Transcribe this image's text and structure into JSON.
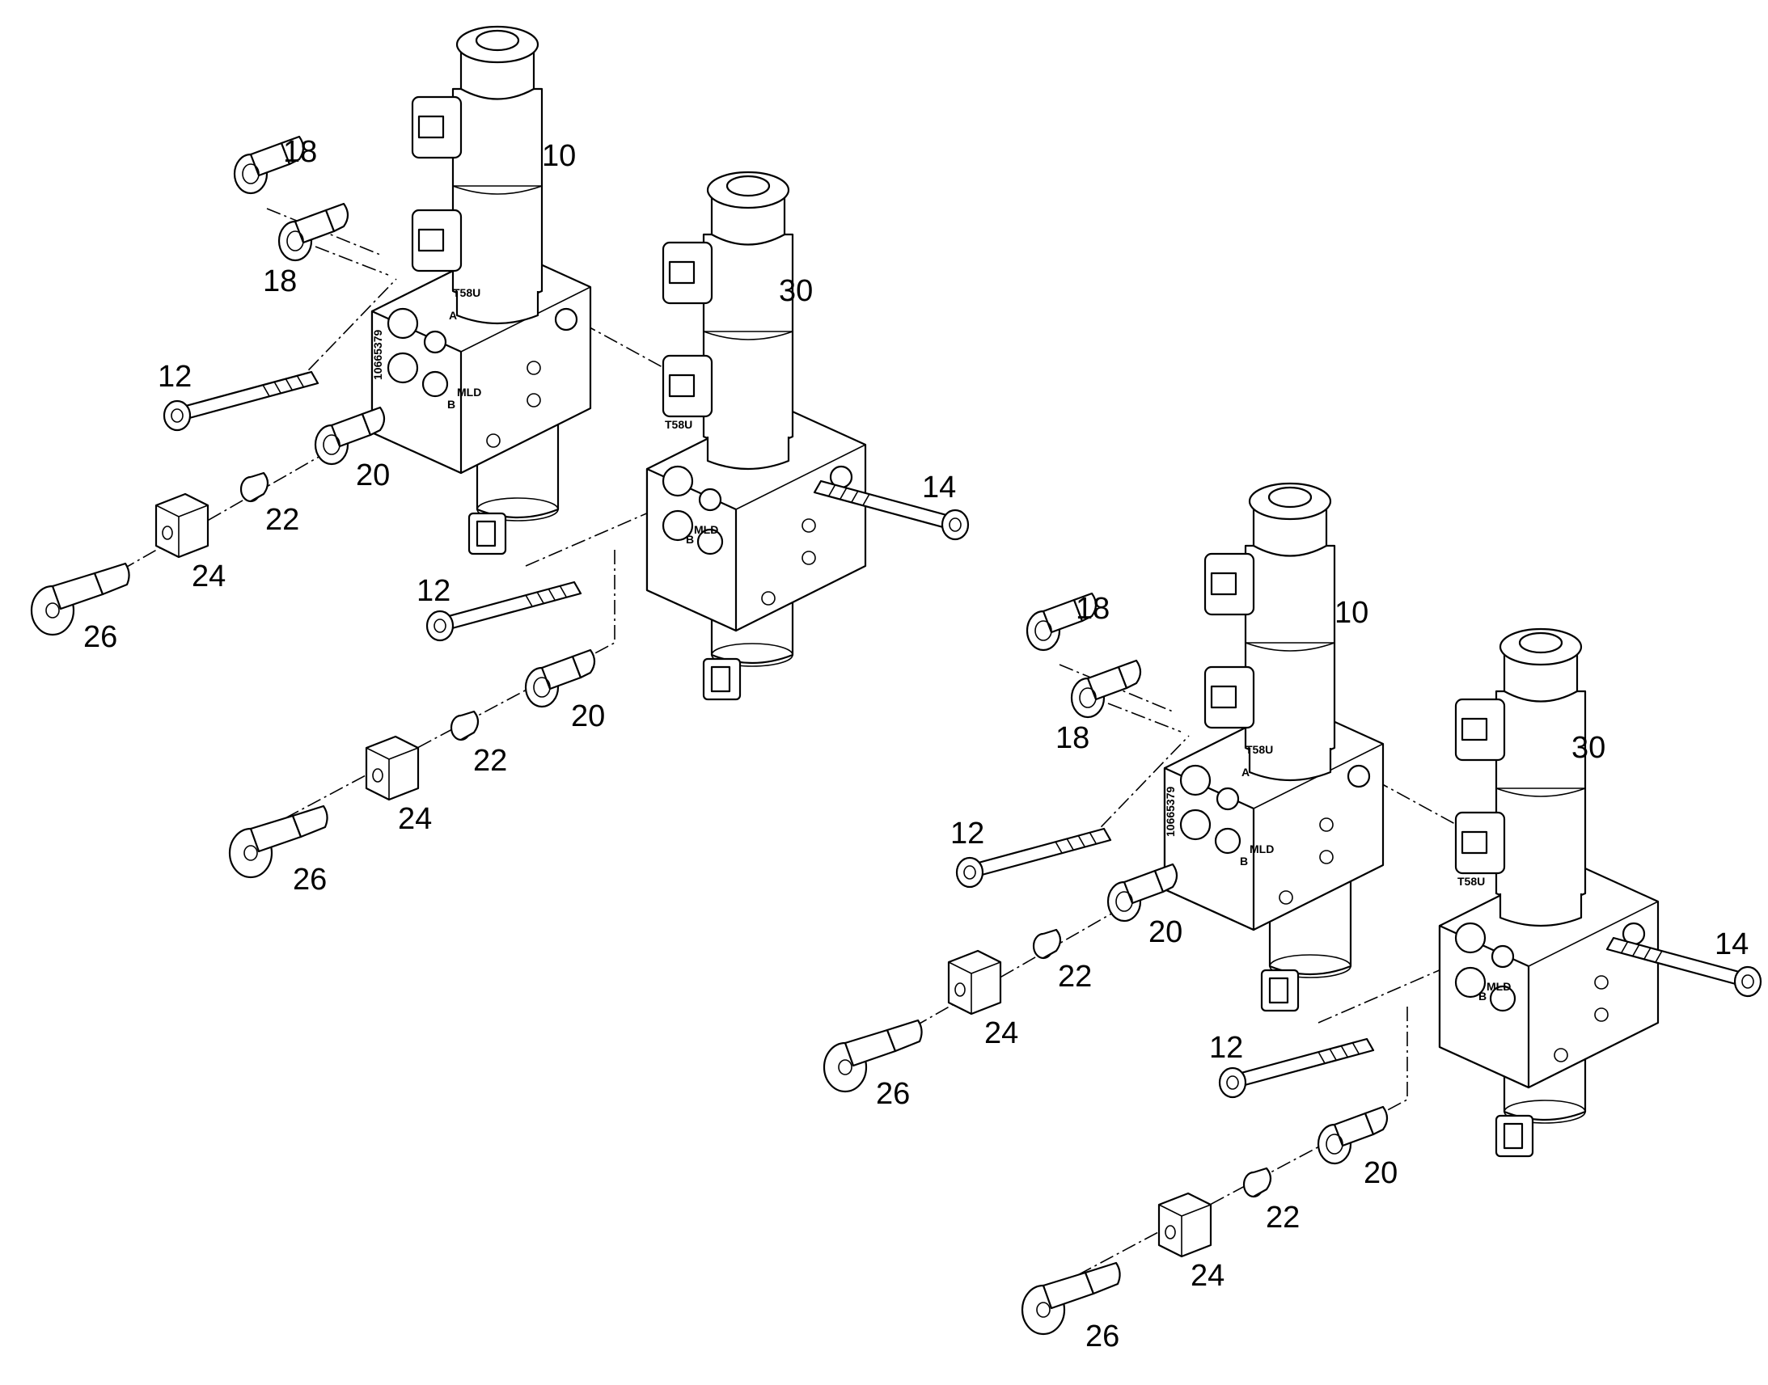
{
  "callouts": {
    "a10": "10",
    "a18a": "18",
    "a18b": "18",
    "a30": "30",
    "a12a": "12",
    "a12b": "12",
    "a14": "14",
    "a20a": "20",
    "a20b": "20",
    "a22a": "22",
    "a22b": "22",
    "a24a": "24",
    "a24b": "24",
    "a26a": "26",
    "a26b": "26",
    "b10": "10",
    "b18a": "18",
    "b18b": "18",
    "b30": "30",
    "b12a": "12",
    "b12b": "12",
    "b14": "14",
    "b20a": "20",
    "b20b": "20",
    "b22a": "22",
    "b22b": "22",
    "b24a": "24",
    "b24b": "24",
    "b26a": "26",
    "b26b": "26"
  },
  "markings": {
    "partno": "10665379",
    "mark": "T58U",
    "port_a": "A",
    "port_b": "B",
    "mld": "MLD"
  },
  "colors": {
    "line": "#000000",
    "background": "#ffffff",
    "shade": "#ececec"
  }
}
